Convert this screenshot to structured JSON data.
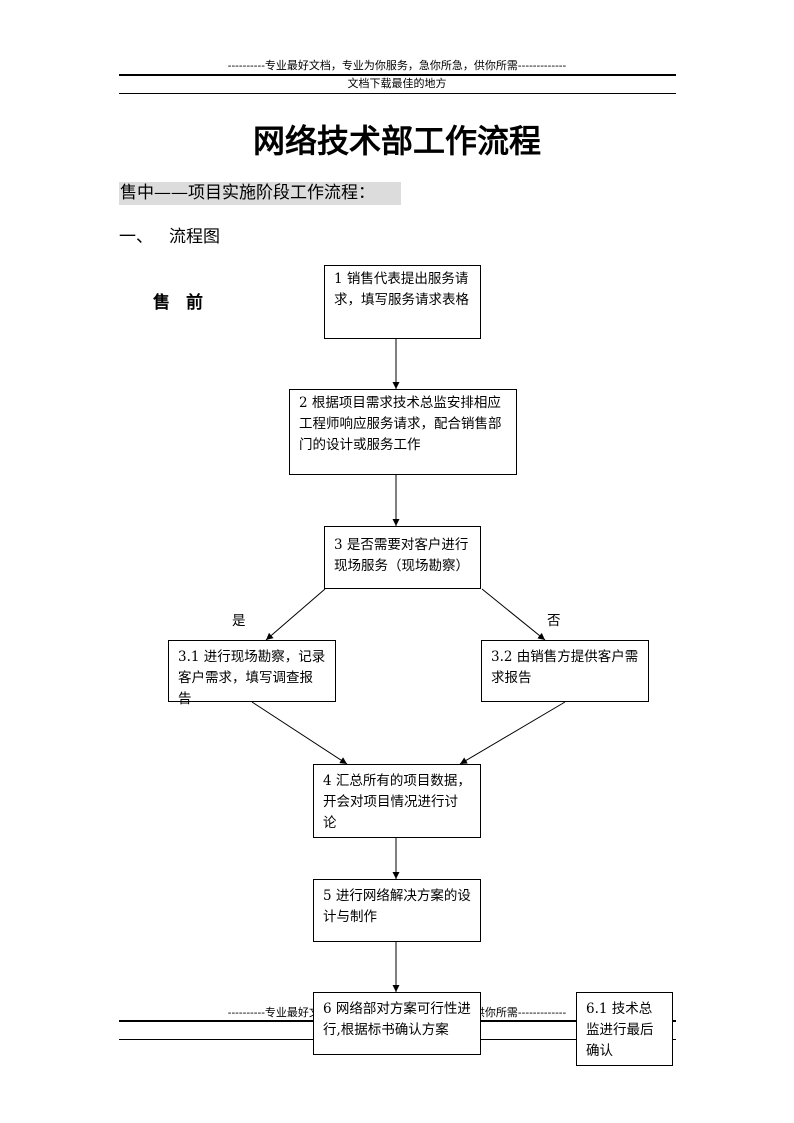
{
  "header": {
    "slogan": "----------专业最好文档，专业为你服务，急你所急，供你所需-------------",
    "subtitle": "文档下载最佳的地方"
  },
  "title": "网络技术部工作流程",
  "phase_heading": "售中——项目实施阶段工作流程：",
  "section": {
    "number": "一、",
    "label": "流程图"
  },
  "stage_label": "售前",
  "flowchart": {
    "nodes": [
      {
        "id": "1",
        "text": "1 销售代表提出服务请求，填写服务请求表格"
      },
      {
        "id": "2",
        "text": "2 根据项目需求技术总监安排相应工程师响应服务请求，配合销售部门的设计或服务工作"
      },
      {
        "id": "3",
        "text": "3 是否需要对客户进行现场服务（现场勘察）"
      },
      {
        "id": "3.1",
        "text": "3.1 进行现场勘察，记录客户需求，填写调查报告"
      },
      {
        "id": "3.2",
        "text": "3.2 由销售方提供客户需求报告"
      },
      {
        "id": "4",
        "text": "4 汇总所有的项目数据，开会对项目情况进行讨论"
      },
      {
        "id": "5",
        "text": "5 进行网络解决方案的设计与制作"
      },
      {
        "id": "6",
        "text": "6 网络部对方案可行性进行,根据标书确认方案"
      },
      {
        "id": "6.1",
        "text": "6.1 技术总监进行最后确认"
      }
    ],
    "branch_labels": {
      "yes": "是",
      "no": "否"
    }
  },
  "footer": {
    "slogan": "----------专业最好文档，专业为你服务，急你所急，供你所需-------------"
  }
}
